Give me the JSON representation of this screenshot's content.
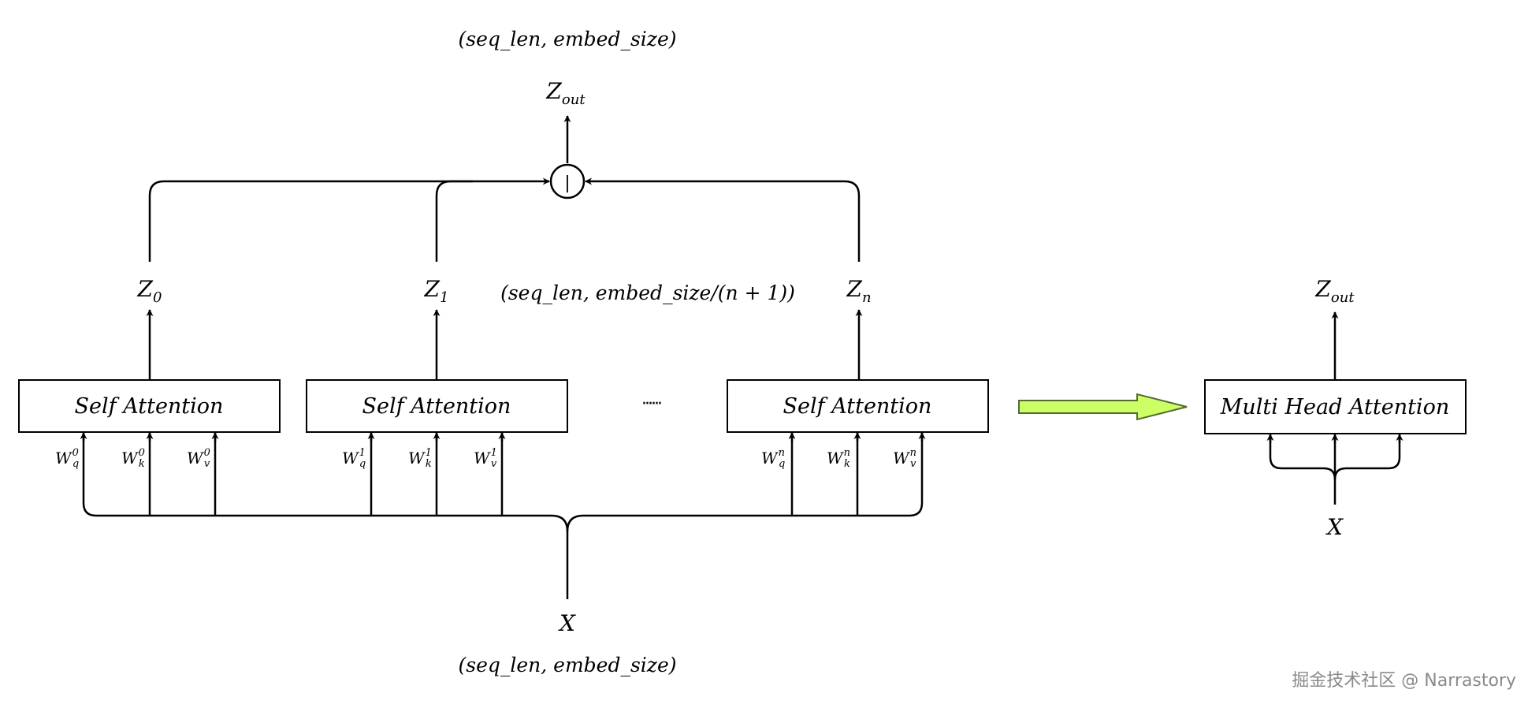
{
  "top_shape": "(seq_len, embed_size)",
  "bottom_shape": "(seq_len, embed_size)",
  "mid_shape": "(seq_len, embed_size/(n + 1))",
  "z_out_label": {
    "base": "Z",
    "sub": "out"
  },
  "concat_symbol": "|",
  "input_label": "X",
  "ellipsis": "······",
  "heads": [
    {
      "box": "Self Attention",
      "z": {
        "base": "Z",
        "sub": "0"
      },
      "weights": [
        {
          "base": "W",
          "sup": "0",
          "sub": "q"
        },
        {
          "base": "W",
          "sup": "0",
          "sub": "k"
        },
        {
          "base": "W",
          "sup": "0",
          "sub": "v"
        }
      ]
    },
    {
      "box": "Self Attention",
      "z": {
        "base": "Z",
        "sub": "1"
      },
      "weights": [
        {
          "base": "W",
          "sup": "1",
          "sub": "q"
        },
        {
          "base": "W",
          "sup": "1",
          "sub": "k"
        },
        {
          "base": "W",
          "sup": "1",
          "sub": "v"
        }
      ]
    },
    {
      "box": "Self Attention",
      "z": {
        "base": "Z",
        "sub": "n"
      },
      "weights": [
        {
          "base": "W",
          "sup": "n",
          "sub": "q"
        },
        {
          "base": "W",
          "sup": "n",
          "sub": "k"
        },
        {
          "base": "W",
          "sup": "n",
          "sub": "v"
        }
      ]
    }
  ],
  "mha": {
    "box": "Multi Head Attention",
    "z": {
      "base": "Z",
      "sub": "out"
    },
    "input": "X"
  },
  "arrow_color": "#ccff66",
  "watermark": "掘金技术社区 @ Narrastory"
}
